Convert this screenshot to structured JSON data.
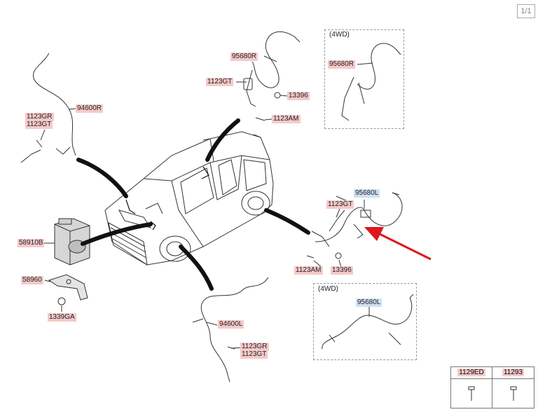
{
  "pager": "1/1",
  "labels": {
    "p95680R_main": "95680R",
    "p1123GT_rear": "1123GT",
    "p13396_rear": "13396",
    "p1123AM_rear": "1123AM",
    "fourwd_top": "(4WD)",
    "p95680R_4wd": "95680R",
    "p1123GR_fl": "1123GR",
    "p1123GT_fl": "1123GT",
    "p94600R": "94600R",
    "p95680L_main": "95680L",
    "p1123GT_left": "1123GT",
    "p1123AM_left": "1123AM",
    "p13396_left": "13396",
    "p58910B": "58910B",
    "p58960": "58960",
    "p1339GA": "1339GA",
    "p94600L": "94600L",
    "p1123GR_bl": "1123GR",
    "p1123GT_bl": "1123GT",
    "fourwd_bottom": "(4WD)",
    "p95680L_4wd": "95680L"
  },
  "legend": {
    "left": "1129ED",
    "right": "11293"
  },
  "colors": {
    "label_pink": "#f5c9c9",
    "label_blue": "#cfe0f3",
    "arrow": "#e0161b"
  }
}
